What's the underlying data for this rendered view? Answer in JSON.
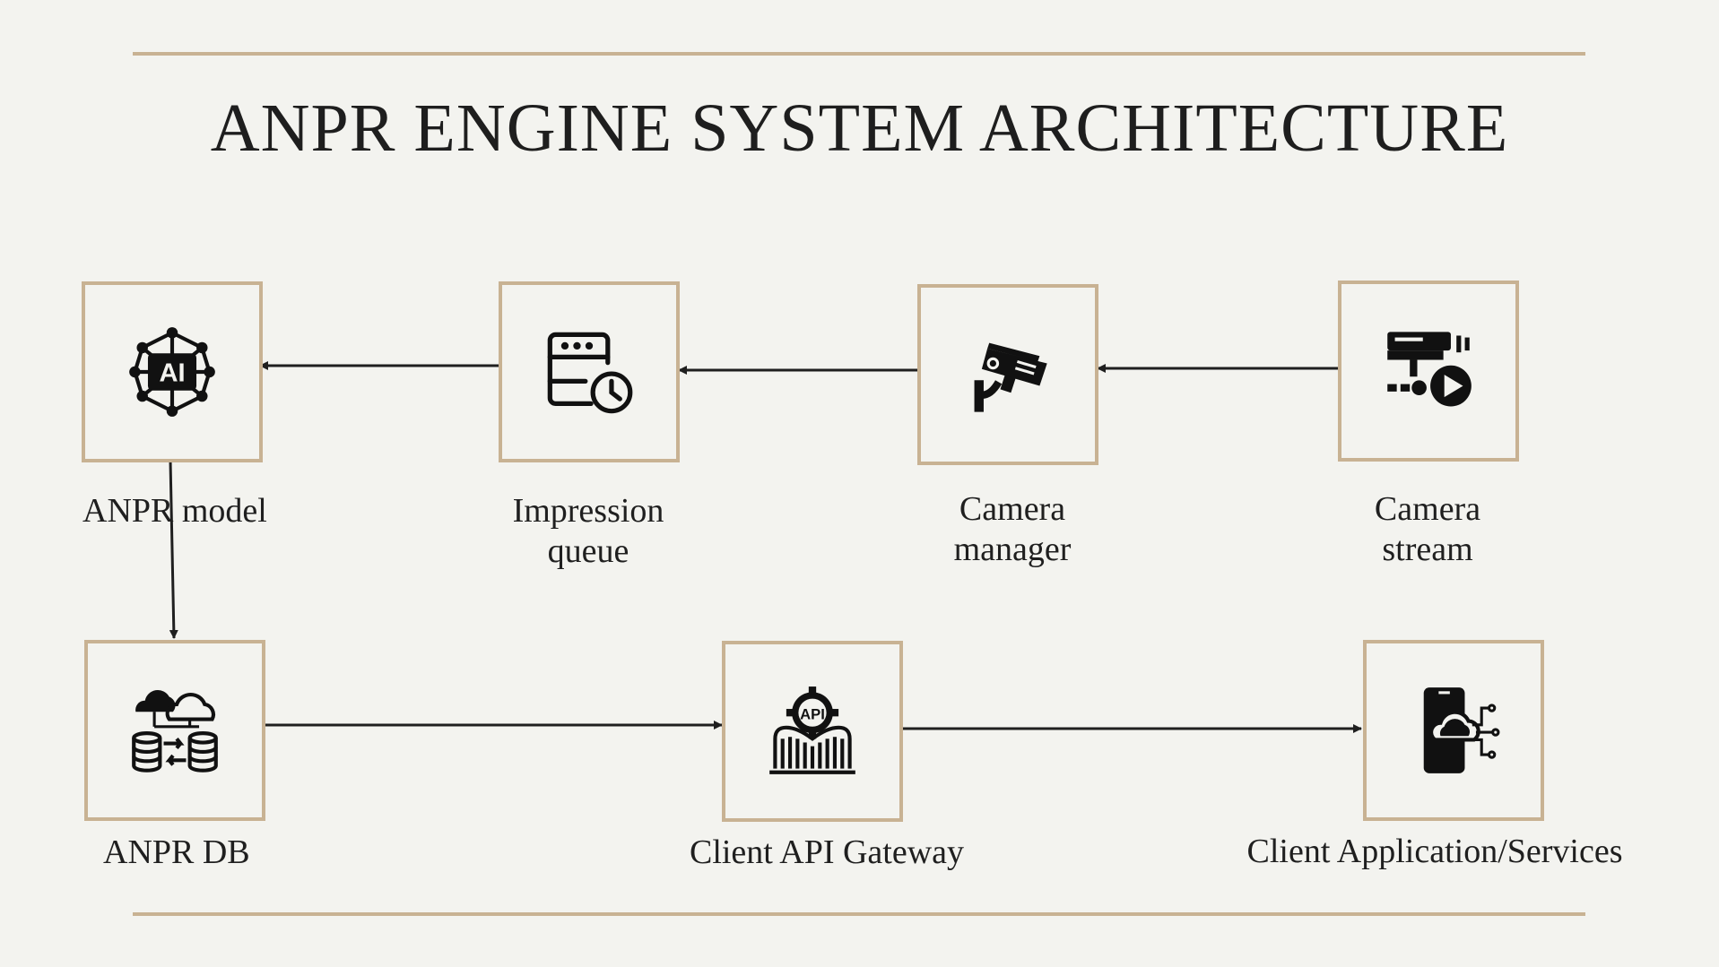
{
  "title": "ANPR ENGINE SYSTEM ARCHITECTURE",
  "colors": {
    "background": "#f3f3ef",
    "border": "#c8b293",
    "ink": "#1f1f1f"
  },
  "nodes": [
    {
      "id": "anpr-model",
      "label_lines": [
        "ANPR model"
      ],
      "icon": "ai-network-icon"
    },
    {
      "id": "impression-queue",
      "label_lines": [
        "Impression",
        "queue"
      ],
      "icon": "server-clock-icon"
    },
    {
      "id": "camera-manager",
      "label_lines": [
        "Camera",
        "manager"
      ],
      "icon": "security-camera-icon"
    },
    {
      "id": "camera-stream",
      "label_lines": [
        "Camera",
        "stream"
      ],
      "icon": "camera-stream-icon"
    },
    {
      "id": "anpr-db",
      "label_lines": [
        "ANPR DB"
      ],
      "icon": "cloud-database-sync-icon"
    },
    {
      "id": "client-api-gateway",
      "label_lines": [
        "Client API Gateway"
      ],
      "icon": "api-gateway-icon"
    },
    {
      "id": "client-app-services",
      "label_lines": [
        "Client Application/Services"
      ],
      "icon": "mobile-cloud-icon"
    }
  ],
  "api_icon_text": "API",
  "ai_icon_text": "AI",
  "edges": [
    {
      "from": "camera-stream",
      "to": "camera-manager"
    },
    {
      "from": "camera-manager",
      "to": "impression-queue"
    },
    {
      "from": "impression-queue",
      "to": "anpr-model"
    },
    {
      "from": "anpr-model",
      "to": "anpr-db"
    },
    {
      "from": "anpr-db",
      "to": "client-api-gateway"
    },
    {
      "from": "client-api-gateway",
      "to": "client-app-services"
    }
  ]
}
